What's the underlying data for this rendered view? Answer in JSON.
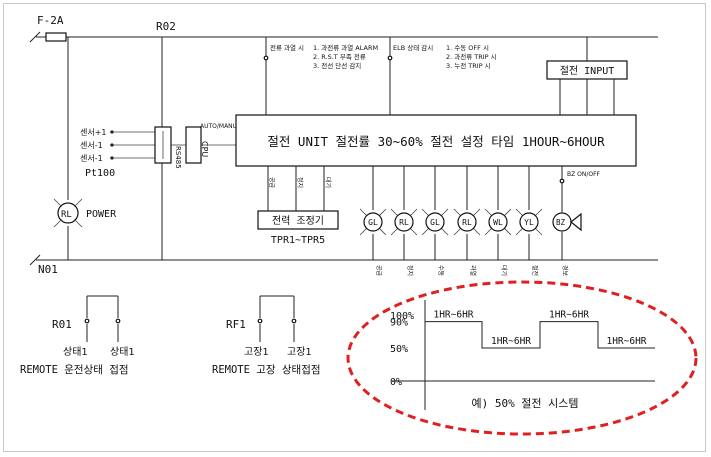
{
  "labels": {
    "fuse": "F-2A",
    "relay_top": "R02",
    "neutral": "N01",
    "pt100": "Pt100",
    "power": "POWER",
    "rl": "RL",
    "cpu": "CPU",
    "rs485": "RS485",
    "auto_manu": "AUTO/MANU",
    "sensor_plus": "센서+1",
    "sensor_minus1": "센서-1",
    "sensor_minus2": "센서-1",
    "bz_on_off": "BZ ON/OFF",
    "bz": "BZ",
    "elb_label": "ELB 상태 감시"
  },
  "notes": {
    "group1": [
      "1. 과전류 과열 ALARM",
      "2. R.S.T 부족 전류",
      "3. 전선 단선 감지"
    ],
    "group1_title": "전류 과열 시",
    "group2": [
      "1. 수동 OFF 시",
      "2. 과전류 TRIP 시",
      "3. 누전 TRIP 시"
    ]
  },
  "main_unit": {
    "text": "절전 UNIT 절전률 30~60% 절전 설정 타임 1HOUR~6HOUR"
  },
  "saving_input": "절전 INPUT",
  "controller": {
    "title": "전력 조정기",
    "model": "TPR1~TPR5",
    "taps": [
      "공급",
      "정지",
      "대기"
    ]
  },
  "lamps": [
    {
      "code": "GL",
      "label": "공급"
    },
    {
      "code": "RL",
      "label": "정지"
    },
    {
      "code": "GL",
      "label": "수동"
    },
    {
      "code": "RL",
      "label": "과열"
    },
    {
      "code": "WL",
      "label": "대기"
    },
    {
      "code": "YL",
      "label": "절전"
    }
  ],
  "buzzer_label": "경보",
  "remote": {
    "r01": "R01",
    "r01_contact_a": "상태1",
    "r01_contact_b": "상태1",
    "r01_caption": "REMOTE 운전상태 접점",
    "rf1": "RF1",
    "rf1_contact_a": "고장1",
    "rf1_contact_b": "고장1",
    "rf1_caption": "REMOTE 고장 상태접점"
  },
  "chart_data": {
    "type": "line",
    "title": "",
    "caption": "예) 50% 절전 시스템",
    "y_ticks": [
      "100%",
      "90%",
      "50%",
      "0%"
    ],
    "y_tick_values": [
      100,
      90,
      50,
      0
    ],
    "ylim": [
      0,
      100
    ],
    "segments": [
      {
        "label": "1HR~6HR",
        "value": 90
      },
      {
        "label": "1HR~6HR",
        "value": 50
      },
      {
        "label": "1HR~6HR",
        "value": 90
      },
      {
        "label": "1HR~6HR",
        "value": 50
      }
    ]
  },
  "colors": {
    "line": "#222222",
    "highlight_ellipse": "#e02020"
  }
}
